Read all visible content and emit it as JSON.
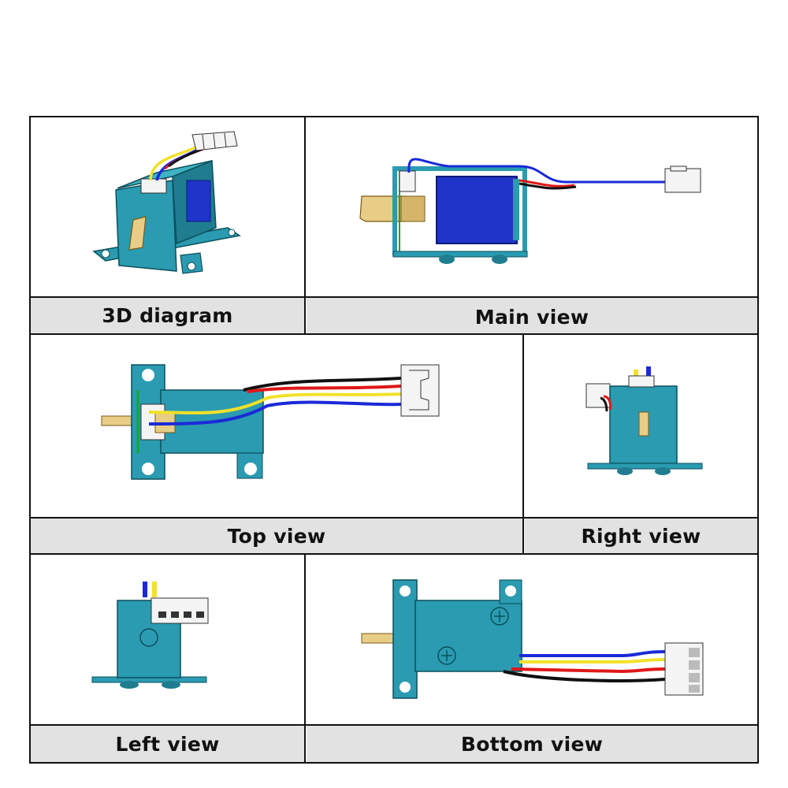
{
  "diagram": {
    "views": [
      {
        "id": "3d",
        "label": "3D diagram"
      },
      {
        "id": "main",
        "label": "Main view"
      },
      {
        "id": "top",
        "label": "Top view"
      },
      {
        "id": "right",
        "label": "Right view"
      },
      {
        "id": "left",
        "label": "Left view"
      },
      {
        "id": "bottom",
        "label": "Bottom view"
      }
    ],
    "colors": {
      "body": "#2a9bb0",
      "body_dark": "#1f7d8f",
      "coil": "#1f34c9",
      "plunger": "#e8cd86",
      "wire_red": "#e01818",
      "wire_black": "#111111",
      "wire_yellow": "#f2e12a",
      "wire_blue": "#1a2ad8",
      "connector": "#f4f4f4",
      "label_bg": "#e2e2e2"
    }
  }
}
